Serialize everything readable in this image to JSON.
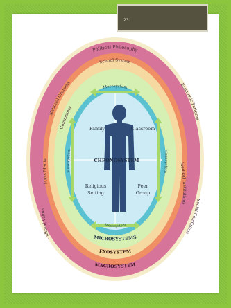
{
  "page_number": "23",
  "diagram": {
    "center": "CHRONOSYSTEM",
    "microsystem_items": [
      "Family",
      "Classroom",
      "Religious",
      "Setting",
      "Peer",
      "Group"
    ],
    "mesosystem": "Mesosystem",
    "microsystems": "MICROSYSTEMS",
    "exosystem": "EXOSYSTEM",
    "macrosystem": "MACROSYSTEM",
    "outer_top": [
      "Political Philosophy",
      "School System"
    ],
    "left_labels": [
      "National Customs",
      "Community",
      "Mass Media",
      "Cultural Values"
    ],
    "right_labels": [
      "Economic Patterns",
      "Medical Institutions",
      "Social Conditions"
    ]
  },
  "colors": {
    "background": "#8cc63f",
    "tab": "#55523f",
    "macro_ring": "#d6749a",
    "exo_ring": "#ef8f63",
    "outer_band": "#f6d9a1",
    "meso_ring": "#d6efb3",
    "micro_ring": "#59c1d0",
    "core": "#ccebf4",
    "figure": "#2f4d78"
  }
}
